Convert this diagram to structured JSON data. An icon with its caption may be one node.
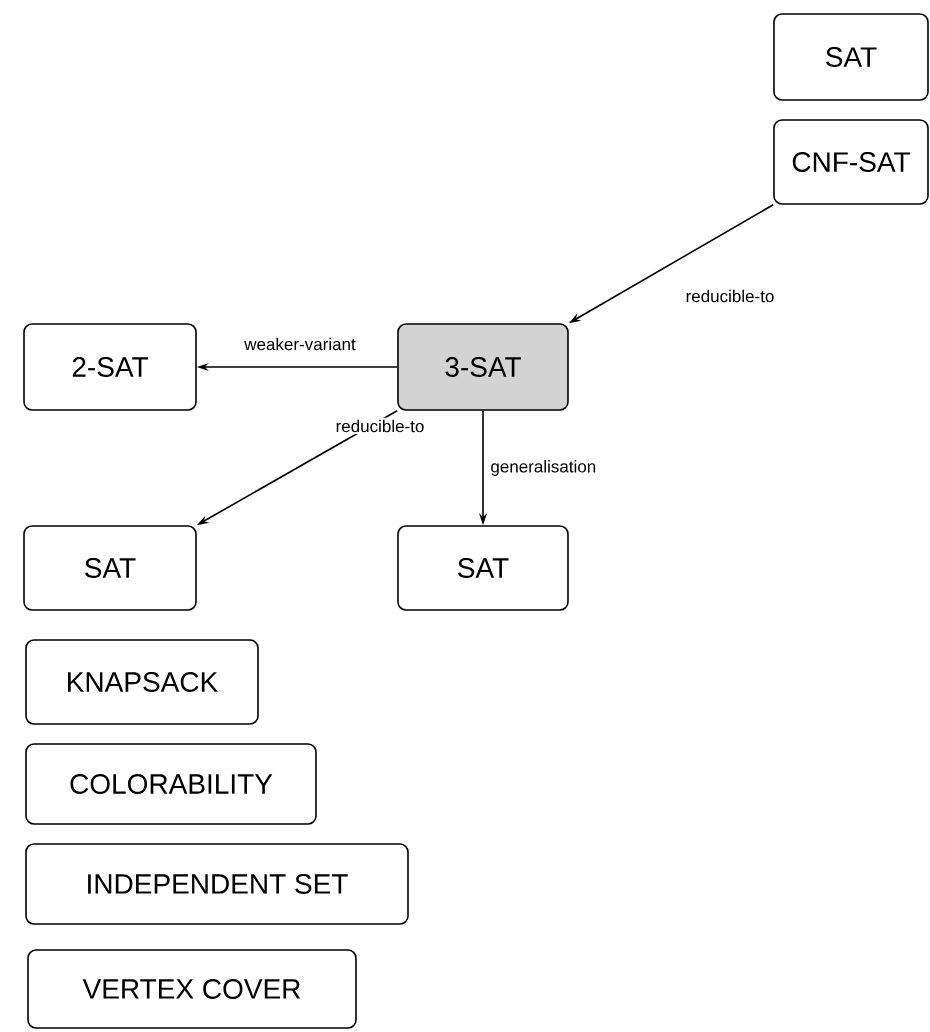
{
  "diagram": {
    "nodes": [
      {
        "text": [
          "SAT"
        ]
      },
      {
        "text": [
          "CNF-SAT"
        ]
      },
      {
        "text": [
          "3-SAT"
        ]
      },
      {
        "text": [
          "2-SAT"
        ]
      },
      {
        "text": [
          "SAT"
        ]
      },
      {
        "text": [
          "SAT"
        ]
      },
      {
        "text": [
          "KNAPSACK"
        ]
      },
      {
        "text": [
          "COLORABILITY"
        ]
      },
      {
        "text": [
          "INDEPENDENT SET"
        ]
      },
      {
        "text": [
          "VERTEX COVER"
        ]
      }
    ],
    "edges": [
      {
        "from": 1,
        "to": 2,
        "arrow": "to",
        "label": "reducible-to"
      },
      {
        "from": 2,
        "to": 3,
        "arrow": "to",
        "label": "weaker-variant"
      },
      {
        "from": 2,
        "to": 4,
        "arrow": "to",
        "label": "reducible-to"
      },
      {
        "from": 2,
        "to": 5,
        "arrow": "to",
        "label": "generalisation"
      }
    ]
  }
}
